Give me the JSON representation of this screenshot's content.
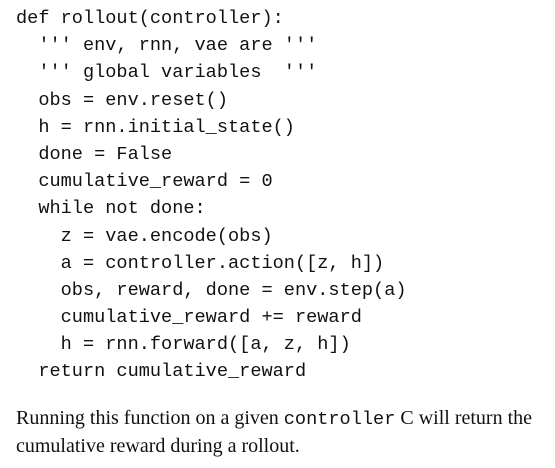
{
  "code": {
    "lines": [
      "def rollout(controller):",
      "  ''' env, rnn, vae are '''",
      "  ''' global variables  '''",
      "  obs = env.reset()",
      "  h = rnn.initial_state()",
      "  done = False",
      "  cumulative_reward = 0",
      "  while not done:",
      "    z = vae.encode(obs)",
      "    a = controller.action([z, h])",
      "    obs, reward, done = env.step(a)",
      "    cumulative_reward += reward",
      "    h = rnn.forward([a, z, h])",
      "  return cumulative_reward"
    ]
  },
  "caption": {
    "text_before": "Running this function on a given ",
    "code_word": "controller",
    "text_after": " C will return the cumulative reward during a rollout."
  }
}
